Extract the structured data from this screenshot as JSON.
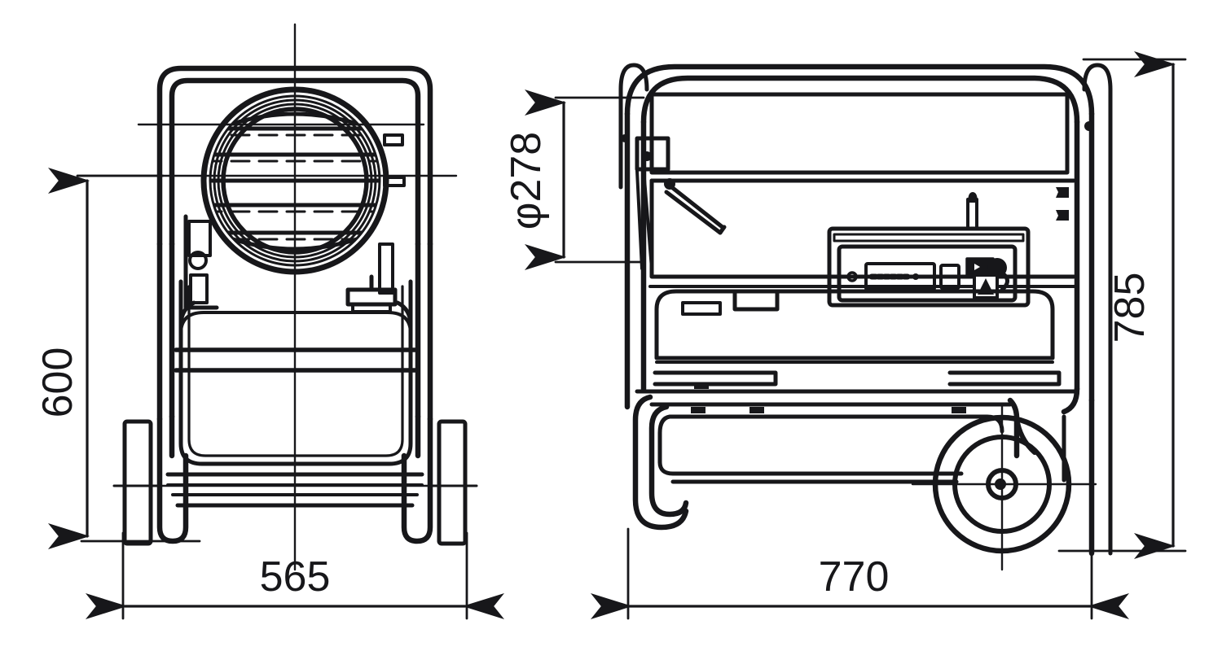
{
  "drawing": {
    "type": "engineering-dimension-drawing",
    "subject": "Mobile diesel space heater (forced-air) with wheeled frame",
    "units": "mm",
    "line_color": "#17171a",
    "background_color": "#ffffff",
    "views": [
      {
        "id": "front",
        "label": "front-view",
        "position": "left"
      },
      {
        "id": "side",
        "label": "side-view",
        "position": "right"
      }
    ]
  },
  "dimensions": {
    "front_height": {
      "value": "600",
      "orientation": "vertical",
      "view": "front",
      "side": "left"
    },
    "front_width": {
      "value": "565",
      "orientation": "horizontal",
      "view": "front",
      "side": "bottom"
    },
    "outlet_diameter": {
      "value": "φ278",
      "orientation": "vertical",
      "view": "side",
      "side": "left"
    },
    "side_height": {
      "value": "785",
      "orientation": "vertical",
      "view": "side",
      "side": "right"
    },
    "side_length": {
      "value": "770",
      "orientation": "horizontal",
      "view": "side",
      "side": "bottom"
    }
  },
  "front_view": {
    "parts": [
      {
        "name": "roll-cage-frame",
        "description": "rounded tubular protective frame"
      },
      {
        "name": "fan-outlet-grille",
        "description": "circular louvered air outlet with concentric rings"
      },
      {
        "name": "grille-louvers",
        "count": 6
      },
      {
        "name": "vertical-centerline"
      },
      {
        "name": "horizontal-centerline"
      },
      {
        "name": "fuel-tank-body"
      },
      {
        "name": "left-wheel"
      },
      {
        "name": "right-wheel"
      },
      {
        "name": "fuel-cap"
      },
      {
        "name": "side-control-bracket"
      }
    ]
  },
  "side_view": {
    "parts": [
      {
        "name": "roll-cage-frame"
      },
      {
        "name": "combustion-chamber-barrel"
      },
      {
        "name": "control-panel-box"
      },
      {
        "name": "control-panel-display"
      },
      {
        "name": "control-panel-rocker-switch"
      },
      {
        "name": "control-panel-indicator-led"
      },
      {
        "name": "control-panel-warning-label"
      },
      {
        "name": "control-panel-knob"
      },
      {
        "name": "thermostat-probe"
      },
      {
        "name": "fuel-tank"
      },
      {
        "name": "fuel-cap"
      },
      {
        "name": "fuel-gauge"
      },
      {
        "name": "handle-hook"
      },
      {
        "name": "wheel"
      },
      {
        "name": "wheel-hub"
      },
      {
        "name": "rear-connectors",
        "count": 2
      },
      {
        "name": "support-strut"
      },
      {
        "name": "hinge-pivot"
      }
    ]
  }
}
